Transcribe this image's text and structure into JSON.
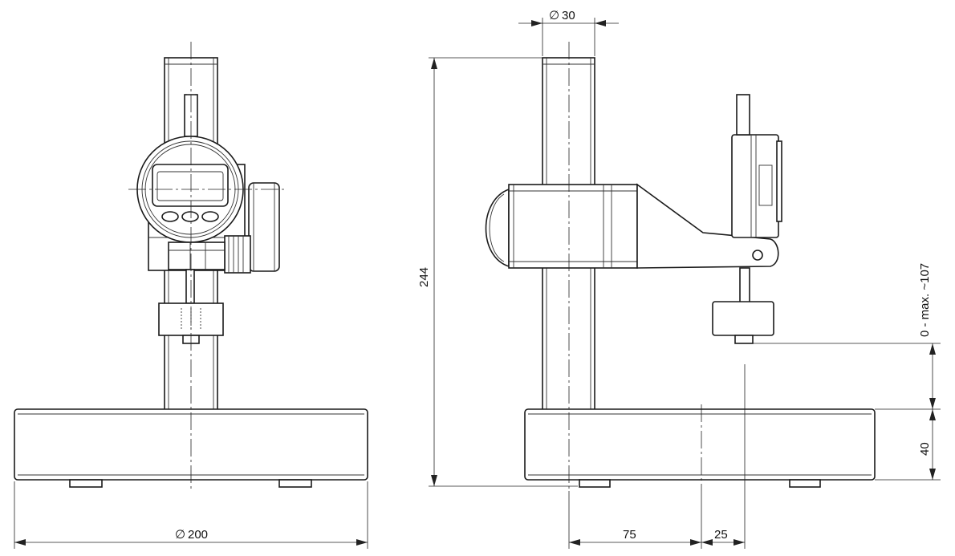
{
  "dimensions": {
    "base_diameter": "200",
    "column_diameter": "30",
    "overall_height": "244",
    "base_height": "40",
    "column_offset": "75",
    "probe_offset": "25",
    "measuring_range": "0 - max. ~107"
  },
  "symbols": {
    "diameter": "∅"
  }
}
